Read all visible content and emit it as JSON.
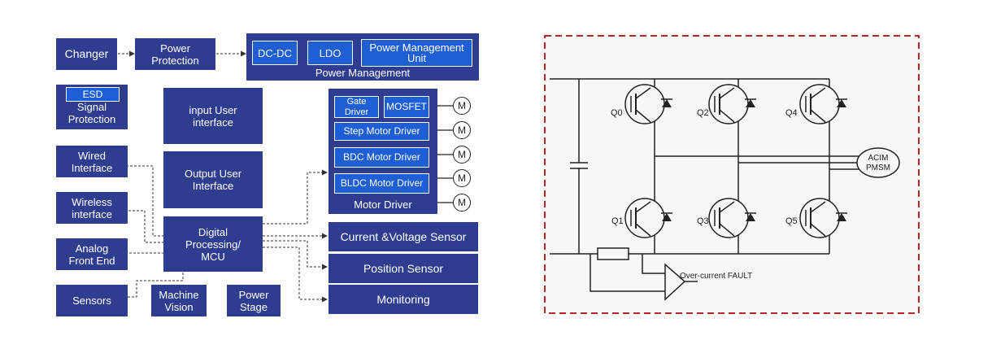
{
  "block_diagram": {
    "changer": "Changer",
    "power_protection": "Power\nProtection",
    "dcdc": "DC-DC",
    "ldo": "LDO",
    "pmu": "Power Management\nUnit",
    "power_management": "Power Management",
    "esd": "ESD",
    "signal_protection": "Signal\nProtection",
    "input_ui": "input User\ninterface",
    "output_ui": "Output User\nInterface",
    "wired": "Wired\nInterface",
    "wireless": "Wireless\ninterface",
    "afe": "Analog\nFront End",
    "sensors": "Sensors",
    "machine_vision": "Machine\nVision",
    "power_stage": "Power\nStage",
    "dpmcu": "Digital\nProcessing/\nMCU",
    "gate_driver": "Gate\nDriver",
    "mosfet": "MOSFET",
    "step_motor": "Step Motor Driver",
    "bdc_motor": "BDC Motor Driver",
    "bldc_motor": "BLDC Motor Driver",
    "motor_driver": "Motor Driver",
    "current_voltage": "Current &Voltage Sensor",
    "position": "Position Sensor",
    "monitoring": "Monitoring",
    "motor_symbol": "M"
  },
  "schematic": {
    "q0": "Q0",
    "q1": "Q1",
    "q2": "Q2",
    "q3": "Q3",
    "q4": "Q4",
    "q5": "Q5",
    "motor_line1": "ACIM",
    "motor_line2": "PMSM",
    "fault": "Over-current FAULT"
  },
  "colors": {
    "block": "#2e3d8f",
    "inner_block": "#1f5fd6",
    "border_dashed": "#b3262a"
  }
}
